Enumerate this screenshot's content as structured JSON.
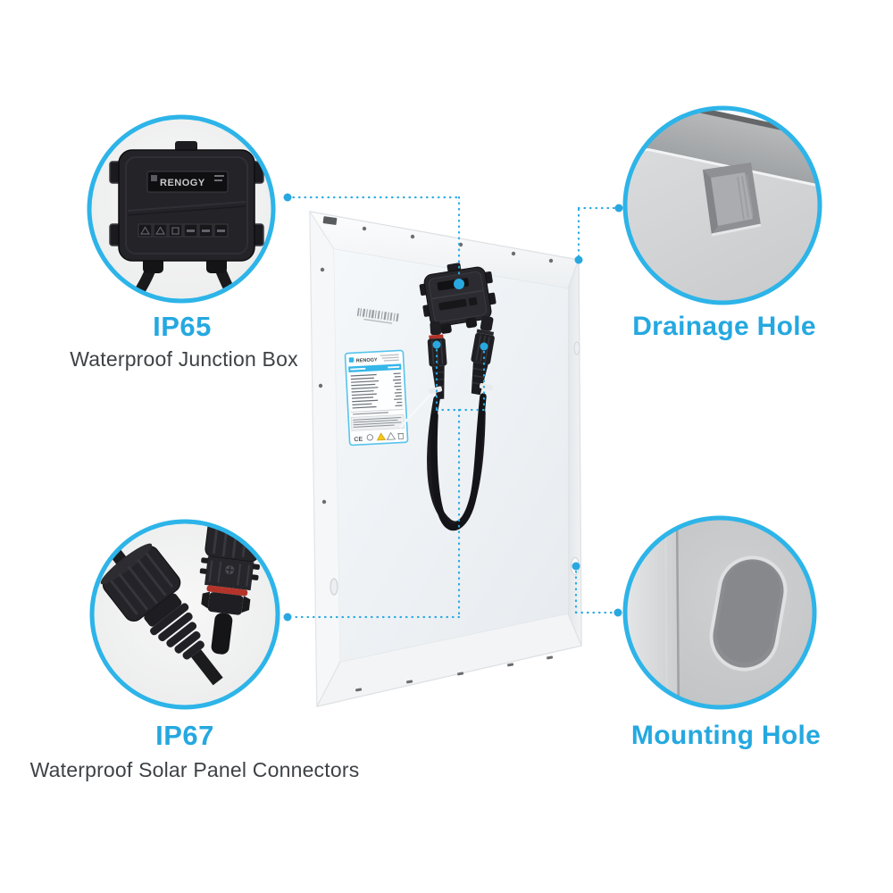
{
  "page": {
    "background": "#ffffff",
    "accent": "#29abe2",
    "caption_color": "#3e4246"
  },
  "callouts": {
    "junction_box": {
      "title": "IP65",
      "caption": "Waterproof Junction Box"
    },
    "drainage": {
      "label": "Drainage Hole"
    },
    "connectors": {
      "title": "IP67",
      "caption": "Waterproof Solar Panel Connectors"
    },
    "mounting": {
      "label": "Mounting Hole"
    }
  },
  "panel": {
    "junction_box_brand": "RENOGY",
    "spec_label_brand": "RENOGY",
    "spec_label_ce": "CE"
  },
  "icons": {
    "callout_dot": "cyan connector dot",
    "warning_triangle": "warning-triangle-icon",
    "recycle": "recycle-icon",
    "weee_bin": "weee-bin-icon",
    "barcode": "barcode-icon"
  }
}
